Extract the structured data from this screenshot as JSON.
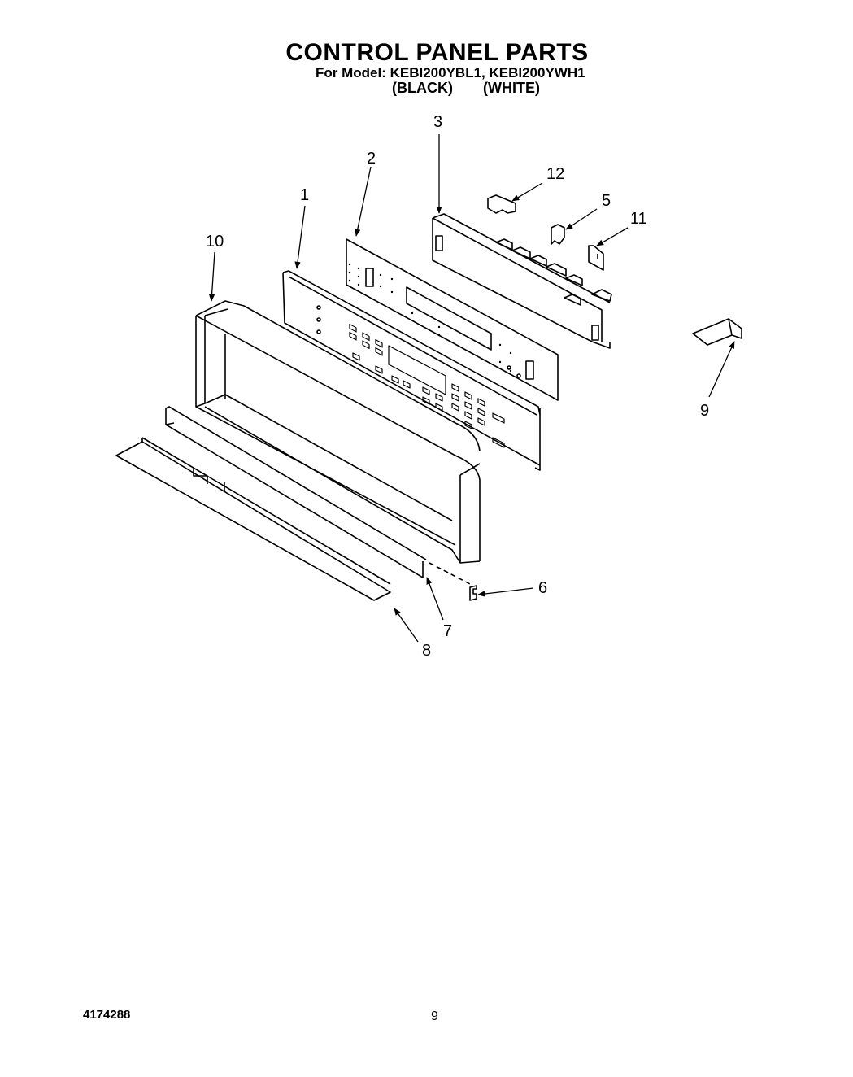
{
  "header": {
    "title": "CONTROL PANEL PARTS",
    "model_line": "For Model: KEBI200YBL1, KEBI200YWH1",
    "color_black": "(BLACK)",
    "color_white": "(WHITE)"
  },
  "diagram": {
    "callouts": [
      {
        "id": "1",
        "label": "1"
      },
      {
        "id": "2",
        "label": "2"
      },
      {
        "id": "3",
        "label": "3"
      },
      {
        "id": "5",
        "label": "5"
      },
      {
        "id": "6",
        "label": "6"
      },
      {
        "id": "7",
        "label": "7"
      },
      {
        "id": "8",
        "label": "8"
      },
      {
        "id": "9",
        "label": "9"
      },
      {
        "id": "10",
        "label": "10"
      },
      {
        "id": "11",
        "label": "11"
      },
      {
        "id": "12",
        "label": "12"
      }
    ]
  },
  "footer": {
    "doc_number": "4174288",
    "page_number": "9"
  }
}
